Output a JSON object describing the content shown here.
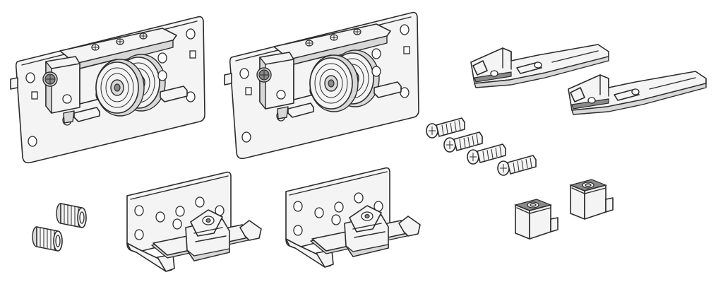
{
  "illustration": {
    "background": "#ffffff",
    "line_color": "#2b2b2b",
    "fill_light": "#f4f4f4",
    "fill_shade": "#d8d8d8",
    "fill_dark": "#8a8a8a"
  },
  "parts": [
    {
      "name": "roller-carriage",
      "quantity": 2
    },
    {
      "name": "door-guide-bracket",
      "quantity": 2
    },
    {
      "name": "track-end-stop",
      "quantity": 2
    },
    {
      "name": "countersunk-screw",
      "quantity": 4
    },
    {
      "name": "compression-spring",
      "quantity": 2
    },
    {
      "name": "floor-guide-block",
      "quantity": 2
    }
  ]
}
